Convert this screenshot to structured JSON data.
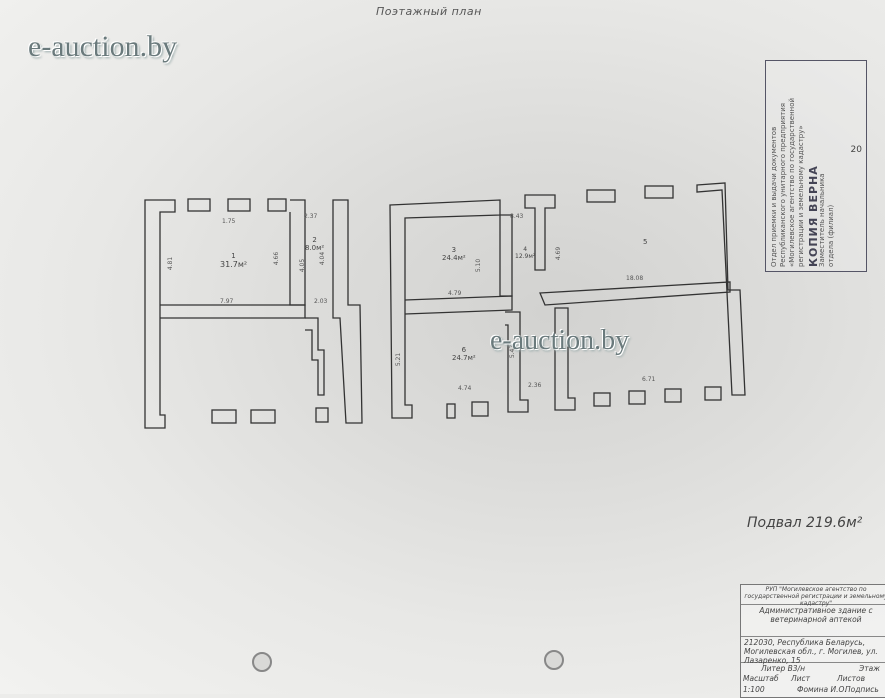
{
  "document": {
    "title": "Поэтажный план",
    "watermarks": [
      "e-auction.by",
      "e-auction.by"
    ],
    "total_area": "Подвал 219.6м²"
  },
  "rooms": [
    {
      "id": "r1",
      "num": "1",
      "area": "31.7м²"
    },
    {
      "id": "r2",
      "num": "2",
      "area": "8.0м²"
    },
    {
      "id": "r3",
      "num": "3",
      "area": "24.4м²"
    },
    {
      "id": "r4",
      "num": "4",
      "area": "12.9м²"
    },
    {
      "id": "r5",
      "num": "5",
      "area": ""
    },
    {
      "id": "r6",
      "num": "6",
      "area": "24.7м²"
    }
  ],
  "dimensions": [
    "1.75",
    "2.37",
    "4.81",
    "4.66",
    "4.05",
    "4.04",
    "7.97",
    "2.03",
    "8.43",
    "5.10",
    "4.79",
    "4.69",
    "5.21",
    "5.47",
    "4.74",
    "2.36",
    "18.08",
    "6.71"
  ],
  "stamp": {
    "text_lines": [
      "Отдел приемки и выдачи документов",
      "Республиканского унитарного предприятия",
      "«Могилевское агентство по государственной",
      "регистрации и земельному кадастру»"
    ],
    "title": "КОПИЯ ВЕРНА",
    "sub_lines": [
      "Заместитель начальника",
      "отдела (филиал)"
    ],
    "year": "20"
  },
  "titleblock": {
    "org": "РУП \"Могилевское агентство по государственной регистрации и земельному кадастру\"",
    "object": "Административное здание с ветеринарной аптекой",
    "address": "212030, Республика Беларусь, Могилевская обл., г. Могилев, ул. Лазаренко, 15",
    "litera": "Литер В3/н",
    "etazh": "Этаж",
    "scale_label": "Масштаб",
    "scale": "1:100",
    "list_label": "Лист",
    "listov_label": "Листов",
    "executor": "Фомина И.О.",
    "sign_label": "Подпись"
  }
}
